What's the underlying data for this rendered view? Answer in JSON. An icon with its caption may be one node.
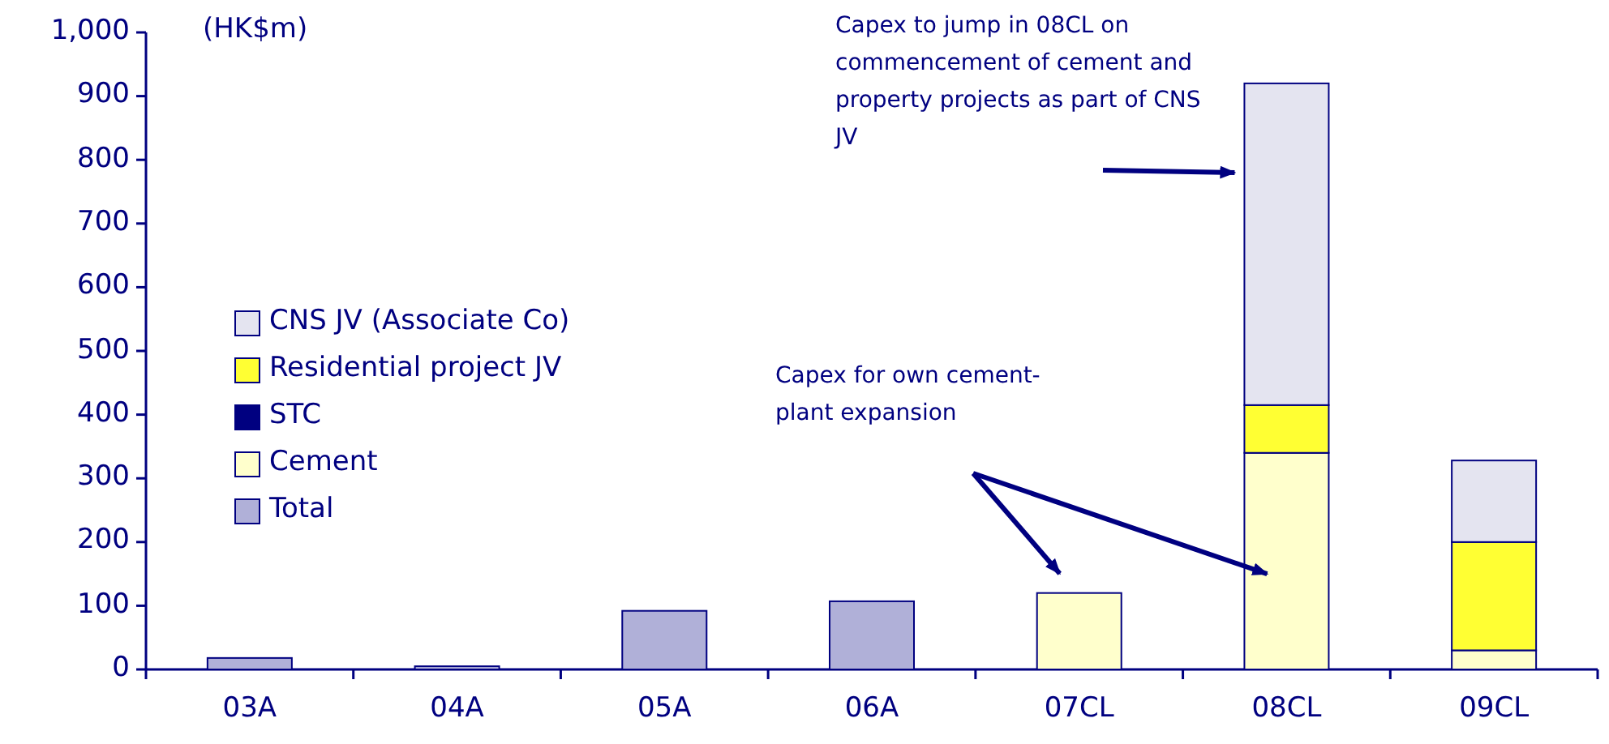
{
  "diagram": {
    "chart_data": {
      "type": "bar",
      "stacked": true,
      "ylabel": "(HK$m)",
      "categories": [
        "03A",
        "04A",
        "05A",
        "06A",
        "07CL",
        "08CL",
        "09CL"
      ],
      "series": [
        {
          "name": "Cement",
          "color": "#ffffcc",
          "values": [
            null,
            null,
            null,
            null,
            120,
            340,
            30
          ]
        },
        {
          "name": "STC",
          "color": "#000080",
          "values": [
            null,
            null,
            null,
            null,
            null,
            null,
            null
          ]
        },
        {
          "name": "Residential project JV",
          "color": "#ffff33",
          "values": [
            null,
            null,
            null,
            null,
            null,
            75,
            170
          ]
        },
        {
          "name": "CNS JV (Associate Co)",
          "color": "#e4e4f0",
          "values": [
            null,
            null,
            null,
            null,
            null,
            505,
            128
          ]
        },
        {
          "name": "Total",
          "color": "#b0b0d8",
          "values": [
            18,
            5,
            92,
            107,
            null,
            null,
            null
          ]
        }
      ],
      "legend": "left",
      "ylim": [
        0,
        1000
      ],
      "yticks": [
        {
          "value": 0,
          "label": "0"
        },
        {
          "value": 100,
          "label": "100"
        },
        {
          "value": 200,
          "label": "200"
        },
        {
          "value": 300,
          "label": "300"
        },
        {
          "value": 400,
          "label": "400"
        },
        {
          "value": 500,
          "label": "500"
        },
        {
          "value": 600,
          "label": "600"
        },
        {
          "value": 700,
          "label": "700"
        },
        {
          "value": 800,
          "label": "800"
        },
        {
          "value": 900,
          "label": "900"
        },
        {
          "value": 1000,
          "label": "1,000"
        }
      ],
      "annotations": [
        "Capex to jump in 08CL on commencement of cement and property projects as part of CNS JV",
        "Capex for own cement-plant expansion"
      ]
    }
  }
}
